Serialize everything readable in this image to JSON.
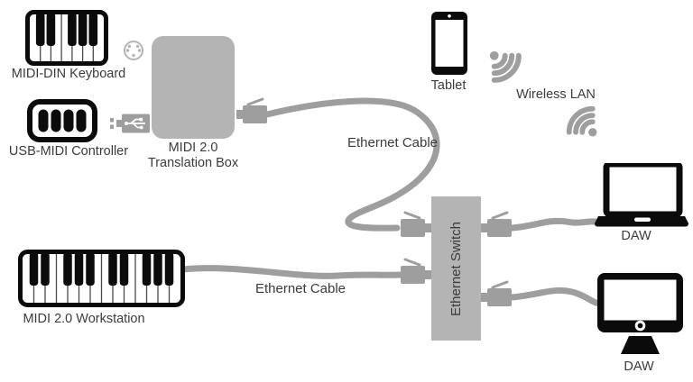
{
  "colors": {
    "background": "#ffffff",
    "box": "#b4b4b4",
    "cable": "#9e9e9e",
    "icon": "#0b0b0b",
    "text": "#3b3b3b"
  },
  "labels": {
    "midi_din_keyboard": "MIDI-DIN Keyboard",
    "usb_midi_controller": "USB-MIDI Controller",
    "translation_box_line1": "MIDI 2.0",
    "translation_box_line2": "Translation Box",
    "tablet": "Tablet",
    "wireless_lan": "Wireless LAN",
    "ethernet_cable_top": "Ethernet Cable",
    "ethernet_cable_bottom": "Ethernet Cable",
    "ethernet_switch": "Ethernet Switch",
    "daw_laptop": "DAW",
    "daw_desktop": "DAW",
    "workstation": "MIDI 2.0 Workstation"
  },
  "icons": [
    "piano-keyboard-icon",
    "midi-din-connector-icon",
    "usb-plug-icon",
    "tablet-icon",
    "wifi-icon",
    "laptop-icon",
    "monitor-icon",
    "rj45-plug-icon",
    "ethernet-switch-box",
    "translation-box"
  ],
  "connections": [
    {
      "from": "MIDI-DIN Keyboard",
      "to": "MIDI 2.0 Translation Box",
      "via": "MIDI DIN connector"
    },
    {
      "from": "USB-MIDI Controller",
      "to": "MIDI 2.0 Translation Box",
      "via": "USB connector"
    },
    {
      "from": "MIDI 2.0 Translation Box",
      "to": "Ethernet Switch",
      "via": "Ethernet Cable"
    },
    {
      "from": "MIDI 2.0 Workstation",
      "to": "Ethernet Switch",
      "via": "Ethernet Cable"
    },
    {
      "from": "Ethernet Switch",
      "to": "DAW (laptop)",
      "via": "Ethernet"
    },
    {
      "from": "Ethernet Switch",
      "to": "DAW (desktop)",
      "via": "Ethernet"
    },
    {
      "from": "Tablet",
      "to": "DAW (laptop)",
      "via": "Wireless LAN"
    }
  ]
}
